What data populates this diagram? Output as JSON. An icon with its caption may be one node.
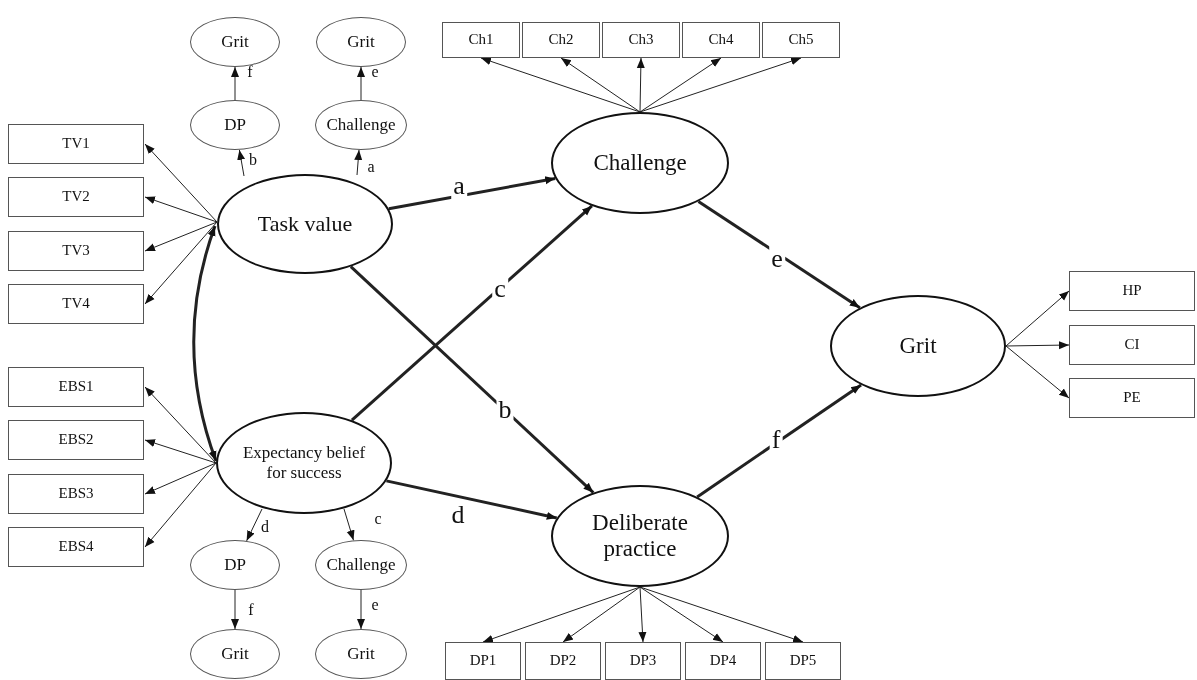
{
  "diagram": {
    "nodes": [
      {
        "text": [
          "Grit"
        ]
      },
      {
        "text": [
          "Grit"
        ]
      },
      {
        "text": [
          "DP"
        ]
      },
      {
        "text": [
          "Challenge"
        ]
      },
      {
        "text": [
          "TV1"
        ]
      },
      {
        "text": [
          "TV2"
        ]
      },
      {
        "text": [
          "TV3"
        ]
      },
      {
        "text": [
          "TV4"
        ]
      },
      {
        "text": [
          "Task value"
        ]
      },
      {
        "text": [
          "Ch1"
        ]
      },
      {
        "text": [
          "Ch2"
        ]
      },
      {
        "text": [
          "Ch3"
        ]
      },
      {
        "text": [
          "Ch4"
        ]
      },
      {
        "text": [
          "Ch5"
        ]
      },
      {
        "text": [
          "Challenge"
        ]
      },
      {
        "text": [
          "Grit"
        ]
      },
      {
        "text": [
          "HP"
        ]
      },
      {
        "text": [
          "CI"
        ]
      },
      {
        "text": [
          "PE"
        ]
      },
      {
        "text": [
          "EBS1"
        ]
      },
      {
        "text": [
          "EBS2"
        ]
      },
      {
        "text": [
          "EBS3"
        ]
      },
      {
        "text": [
          "EBS4"
        ]
      },
      {
        "text": [
          "Expectancy belief for success"
        ]
      },
      {
        "text": [
          "DP"
        ]
      },
      {
        "text": [
          "Challenge"
        ]
      },
      {
        "text": [
          "Grit"
        ]
      },
      {
        "text": [
          "Grit"
        ]
      },
      {
        "text": [
          "Deliberate practice"
        ]
      },
      {
        "text": [
          "DP1"
        ]
      },
      {
        "text": [
          "DP2"
        ]
      },
      {
        "text": [
          "DP3"
        ]
      },
      {
        "text": [
          "DP4"
        ]
      },
      {
        "text": [
          "DP5"
        ]
      }
    ],
    "edges": [
      {
        "from": 8,
        "to": 4,
        "arrow": "to"
      },
      {
        "from": 8,
        "to": 5,
        "arrow": "to"
      },
      {
        "from": 8,
        "to": 6,
        "arrow": "to"
      },
      {
        "from": 8,
        "to": 7,
        "arrow": "to"
      },
      {
        "from": 8,
        "to": 2,
        "arrow": "to",
        "label": "b"
      },
      {
        "from": 8,
        "to": 3,
        "arrow": "to",
        "label": "a"
      },
      {
        "from": 2,
        "to": 0,
        "arrow": "to",
        "label": "f"
      },
      {
        "from": 3,
        "to": 1,
        "arrow": "to",
        "label": "e"
      },
      {
        "from": 8,
        "to": 23,
        "arrow": "both",
        "style": "thick"
      },
      {
        "from": 8,
        "to": 14,
        "arrow": "to",
        "label": "a",
        "style": "thick"
      },
      {
        "from": 8,
        "to": 28,
        "arrow": "to",
        "label": "b",
        "style": "thick"
      },
      {
        "from": 23,
        "to": 14,
        "arrow": "to",
        "label": "c",
        "style": "thick"
      },
      {
        "from": 23,
        "to": 28,
        "arrow": "to",
        "label": "d",
        "style": "thick"
      },
      {
        "from": 14,
        "to": 15,
        "arrow": "to",
        "label": "e",
        "style": "thick"
      },
      {
        "from": 28,
        "to": 15,
        "arrow": "to",
        "label": "f",
        "style": "thick"
      },
      {
        "from": 14,
        "to": 9,
        "arrow": "to"
      },
      {
        "from": 14,
        "to": 10,
        "arrow": "to"
      },
      {
        "from": 14,
        "to": 11,
        "arrow": "to"
      },
      {
        "from": 14,
        "to": 12,
        "arrow": "to"
      },
      {
        "from": 14,
        "to": 13,
        "arrow": "to"
      },
      {
        "from": 28,
        "to": 29,
        "arrow": "to"
      },
      {
        "from": 28,
        "to": 30,
        "arrow": "to"
      },
      {
        "from": 28,
        "to": 31,
        "arrow": "to"
      },
      {
        "from": 28,
        "to": 32,
        "arrow": "to"
      },
      {
        "from": 28,
        "to": 33,
        "arrow": "to"
      },
      {
        "from": 15,
        "to": 16,
        "arrow": "to"
      },
      {
        "from": 15,
        "to": 17,
        "arrow": "to"
      },
      {
        "from": 15,
        "to": 18,
        "arrow": "to"
      },
      {
        "from": 23,
        "to": 19,
        "arrow": "to"
      },
      {
        "from": 23,
        "to": 20,
        "arrow": "to"
      },
      {
        "from": 23,
        "to": 21,
        "arrow": "to"
      },
      {
        "from": 23,
        "to": 22,
        "arrow": "to"
      },
      {
        "from": 23,
        "to": 24,
        "arrow": "to",
        "label": "d"
      },
      {
        "from": 23,
        "to": 25,
        "arrow": "to",
        "label": "c"
      },
      {
        "from": 24,
        "to": 26,
        "arrow": "to",
        "label": "f"
      },
      {
        "from": 25,
        "to": 27,
        "arrow": "to",
        "label": "e"
      }
    ]
  }
}
